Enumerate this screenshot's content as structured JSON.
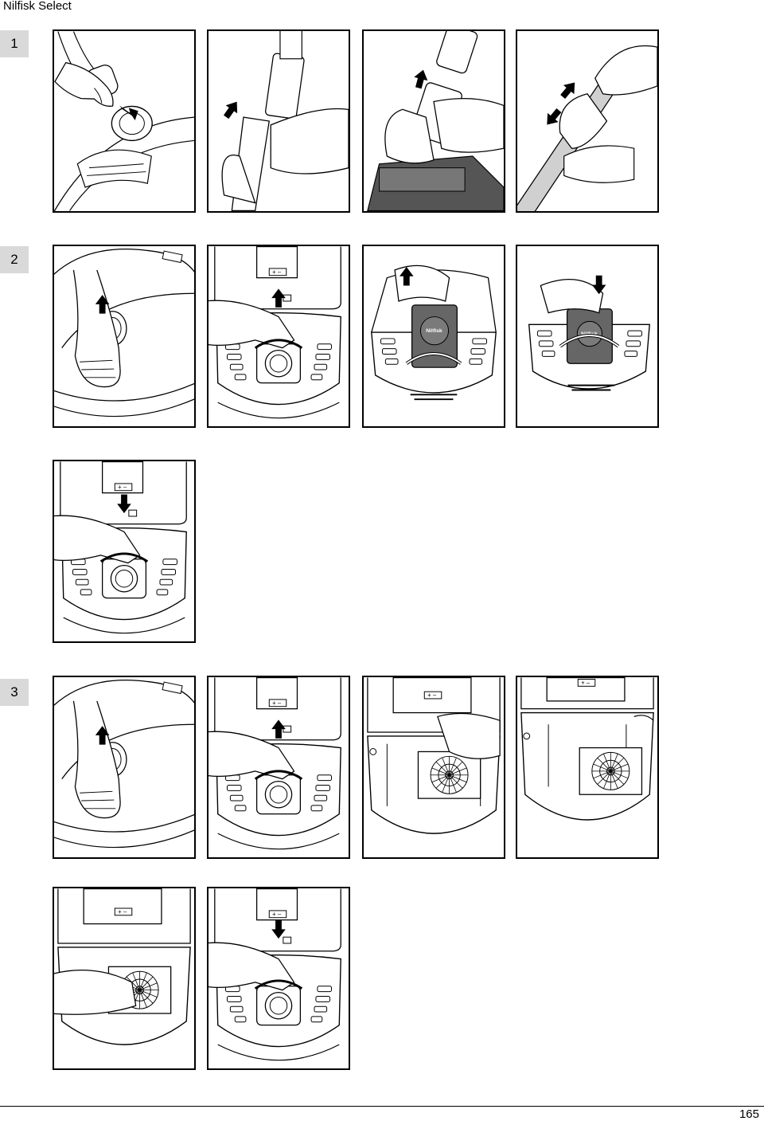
{
  "header": {
    "title": "Nilfisk Select"
  },
  "steps": [
    {
      "label": "1"
    },
    {
      "label": "2"
    },
    {
      "label": "3"
    }
  ],
  "bag_brand": "Nilfisk",
  "footer": {
    "page_number": "165"
  }
}
